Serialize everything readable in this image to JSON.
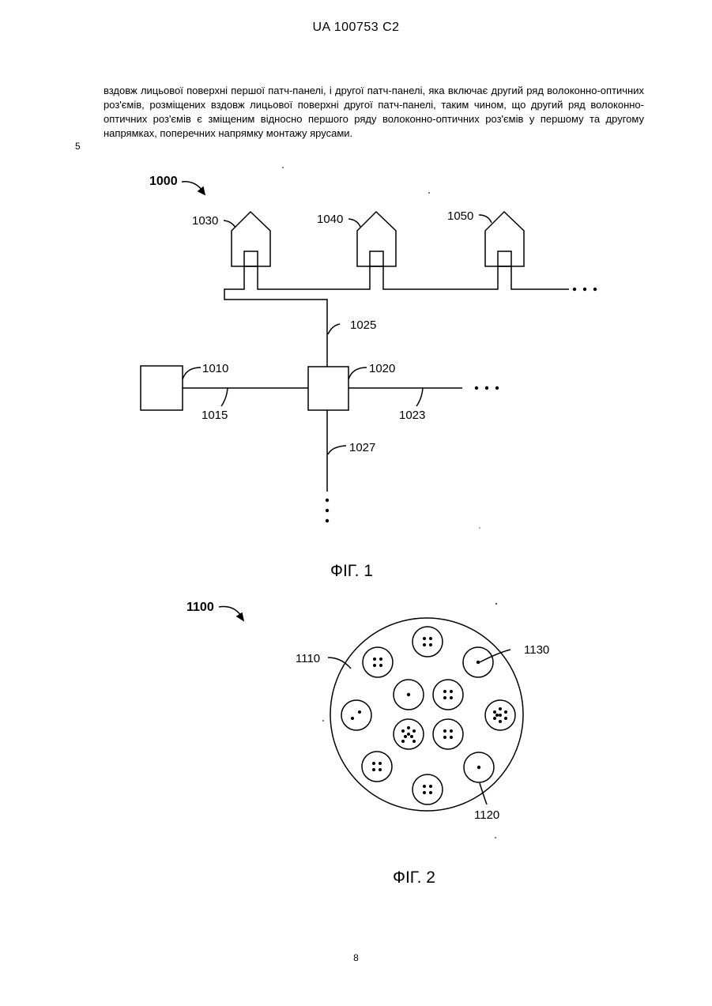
{
  "header": {
    "doc_id": "UA   100753   C2"
  },
  "body": {
    "paragraph": "вздовж лицьової поверхні першої патч-панелі, і другої патч-панелі, яка включає другий ряд волоконно-оптичних роз'ємів, розміщених вздовж лицьової поверхні другої патч-панелі, таким чином, що другий ряд волоконно-оптичних роз'ємів є зміщеним відносно першого ряду волоконно-оптичних роз'ємів у першому та другому напрямках, поперечних напрямку монтажу ярусами.",
    "line_number": "5"
  },
  "fig1": {
    "ref": "1000",
    "caption": "ФІГ. 1",
    "labels": {
      "house1": "1030",
      "house2": "1040",
      "house3": "1050",
      "feeder": "1025",
      "box_left": "1010",
      "box_center": "1020",
      "link_left": "1015",
      "link_right": "1023",
      "link_down": "1027"
    },
    "ellipsis": "• • •"
  },
  "fig2": {
    "ref": "1100",
    "caption": "ФІГ. 2",
    "labels": {
      "outer": "1110",
      "fiber_single_top": "1130",
      "fiber_single_bottom": "1120"
    }
  },
  "page_number": "8"
}
